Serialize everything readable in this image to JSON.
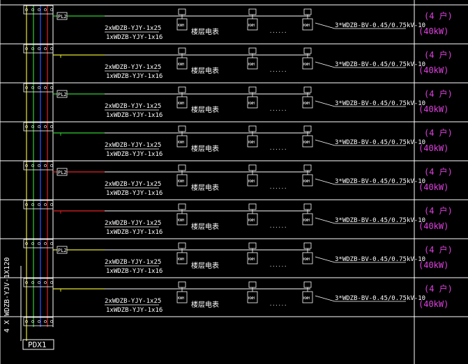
{
  "panel": {
    "label": "PDX1"
  },
  "feeder_cable": "4 X WDZB-YJV-1X120",
  "floors": [
    {
      "box": "PL2",
      "cable_top": "2xWDZB-YJY-1x25",
      "cable_bottom": "1xWDZB-YJY-1x16",
      "meter_label": "楼层电表",
      "meter_text": "KWH",
      "dots": "......",
      "branch_cable": "3*WDZB-BV-0.45/0.75kV-10",
      "households": "(4 户)",
      "power": "(40kW)",
      "riser_color": "#33cc33"
    },
    {
      "box": "",
      "cable_top": "2xWDZB-YJY-1x25",
      "cable_bottom": "1xWDZB-YJY-1x16",
      "meter_label": "楼层电表",
      "meter_text": "KWH",
      "dots": "......",
      "branch_cable": "3*WDZB-BV-0.45/0.75kV-10",
      "households": "(4 户)",
      "power": "(40kW)",
      "riser_color": "#e6e633"
    },
    {
      "box": "PL2",
      "cable_top": "2xWDZB-YJY-1x25",
      "cable_bottom": "1xWDZB-YJY-1x16",
      "meter_label": "楼层电表",
      "meter_text": "KWH",
      "dots": "......",
      "branch_cable": "3*WDZB-BV-0.45/0.75kV-10",
      "households": "(4 户)",
      "power": "(40kW)",
      "riser_color": "#33cc33"
    },
    {
      "box": "",
      "cable_top": "2xWDZB-YJY-1x25",
      "cable_bottom": "1xWDZB-YJY-1x16",
      "meter_label": "楼层电表",
      "meter_text": "KWH",
      "dots": "......",
      "branch_cable": "3*WDZB-BV-0.45/0.75kV-10",
      "households": "(4 户)",
      "power": "(40kW)",
      "riser_color": "#33cc33"
    },
    {
      "box": "PL2",
      "cable_top": "2xWDZB-YJY-1x25",
      "cable_bottom": "1xWDZB-YJY-1x16",
      "meter_label": "楼层电表",
      "meter_text": "KWH",
      "dots": "......",
      "branch_cable": "3*WDZB-BV-0.45/0.75kV-10",
      "households": "(4 户)",
      "power": "(40kW)",
      "riser_color": "#e62222"
    },
    {
      "box": "",
      "cable_top": "2xWDZB-YJY-1x25",
      "cable_bottom": "1xWDZB-YJY-1x16",
      "meter_label": "楼层电表",
      "meter_text": "KWH",
      "dots": "......",
      "branch_cable": "3*WDZB-BV-0.45/0.75kV-10",
      "households": "(4 户)",
      "power": "(40kW)",
      "riser_color": "#e62222"
    },
    {
      "box": "PL2",
      "cable_top": "2xWDZB-YJY-1x25",
      "cable_bottom": "1xWDZB-YJY-1x16",
      "meter_label": "楼层电表",
      "meter_text": "KWH",
      "dots": "......",
      "branch_cable": "3*WDZB-BV-0.45/0.75kV-10",
      "households": "(4 户)",
      "power": "(40kW)",
      "riser_color": "#e6e633"
    },
    {
      "box": "",
      "cable_top": "2xWDZB-YJY-1x25",
      "cable_bottom": "1xWDZB-YJY-1x16",
      "meter_label": "楼层电表",
      "meter_text": "KWH",
      "dots": "......",
      "branch_cable": "3*WDZB-BV-0.45/0.75kV-10",
      "households": "(4 户)",
      "power": "(40kW)",
      "riser_color": "#e6e633"
    }
  ],
  "colors": {
    "background": "#000000",
    "grid": "#ffffff",
    "riser_yellow": "#e6e633",
    "riser_green": "#33cc33",
    "riser_blue": "#3355ff",
    "riser_red": "#e62222",
    "magenta": "#e040e0",
    "label": "#ffffff"
  }
}
